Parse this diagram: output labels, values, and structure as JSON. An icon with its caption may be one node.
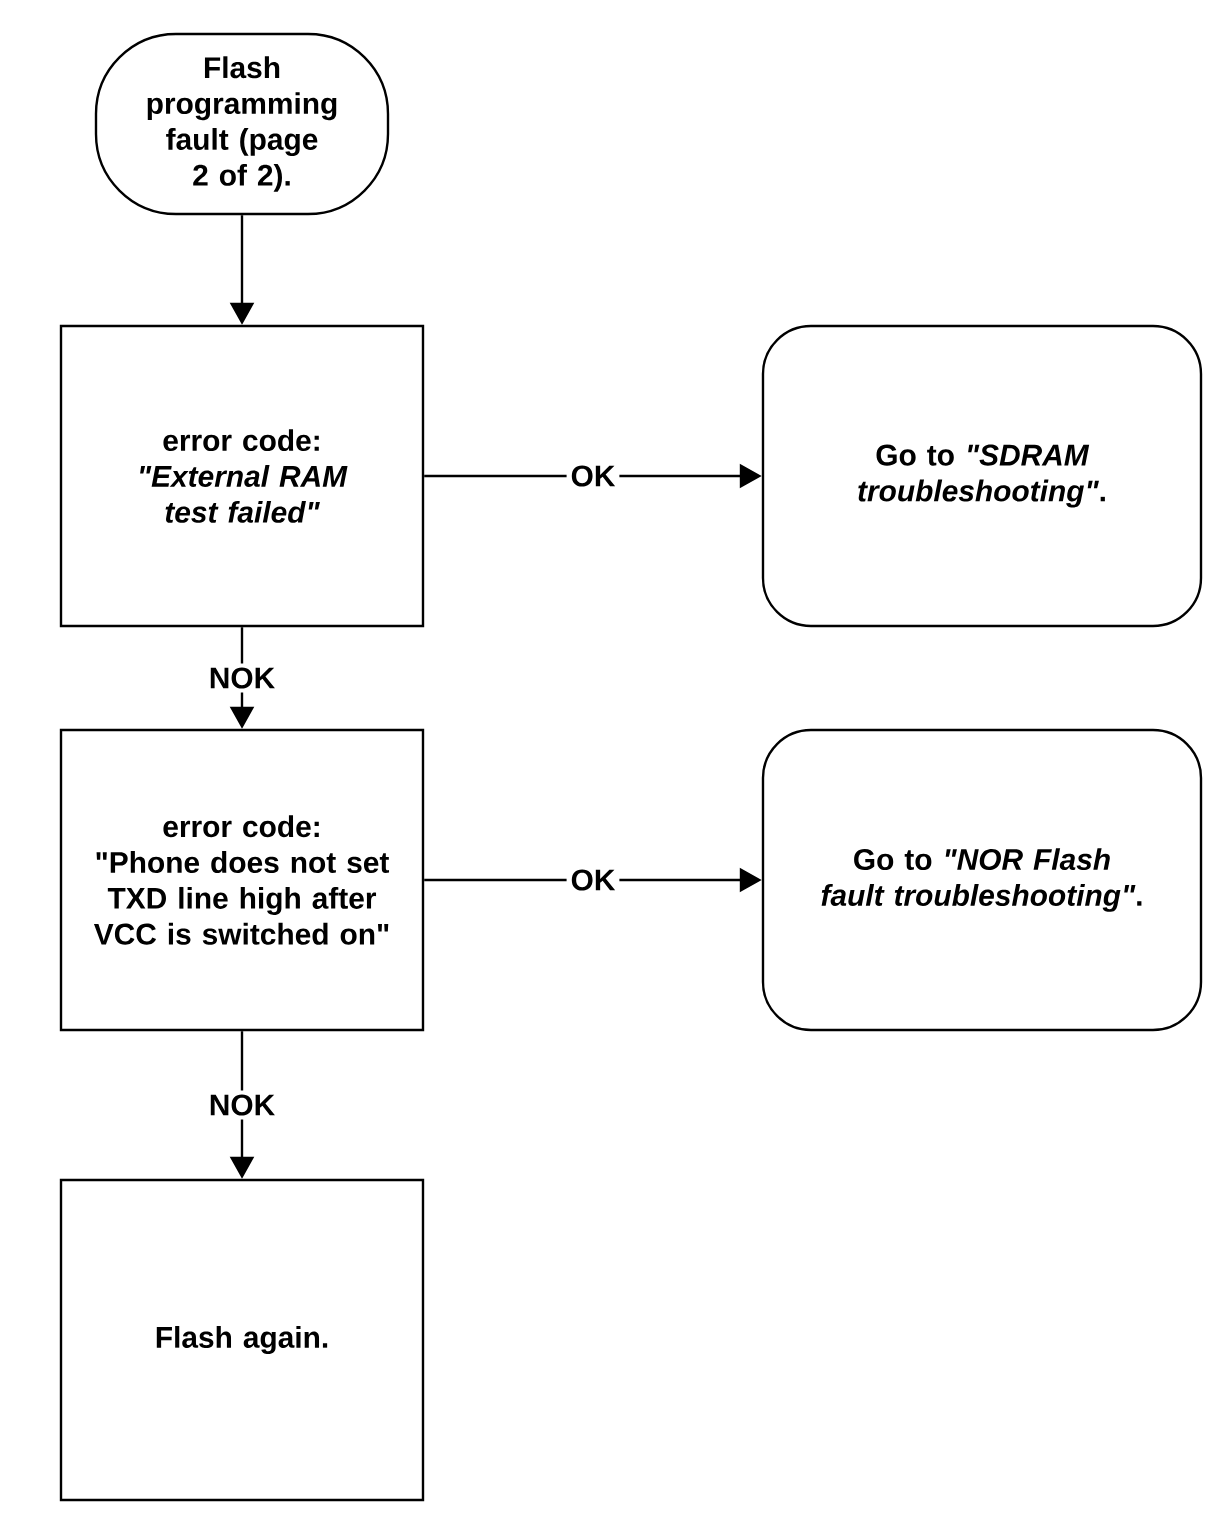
{
  "diagram": {
    "nodes": [
      {
        "text": [
          "Flash programming fault (page 2 of 2)."
        ]
      },
      {
        "text": [
          "error code:",
          "\"External RAM test failed\""
        ]
      },
      {
        "text": [
          "Go to *\"SDRAM troubleshooting\"*."
        ]
      },
      {
        "text": [
          "error code:",
          "\"Phone does not set TXD line high after VCC is switched on\""
        ]
      },
      {
        "text": [
          "Go to *\"NOR Flash fault troubleshooting\"*."
        ]
      },
      {
        "text": [
          "Flash again."
        ]
      }
    ],
    "edges": [
      {
        "from": 0,
        "to": 1,
        "arrow": "to"
      },
      {
        "from": 1,
        "to": 2,
        "arrow": "to",
        "label": "OK"
      },
      {
        "from": 1,
        "to": 3,
        "arrow": "to",
        "label": "NOK"
      },
      {
        "from": 3,
        "to": 4,
        "arrow": "to",
        "label": "OK"
      },
      {
        "from": 3,
        "to": 5,
        "arrow": "to",
        "label": "NOK"
      }
    ]
  }
}
